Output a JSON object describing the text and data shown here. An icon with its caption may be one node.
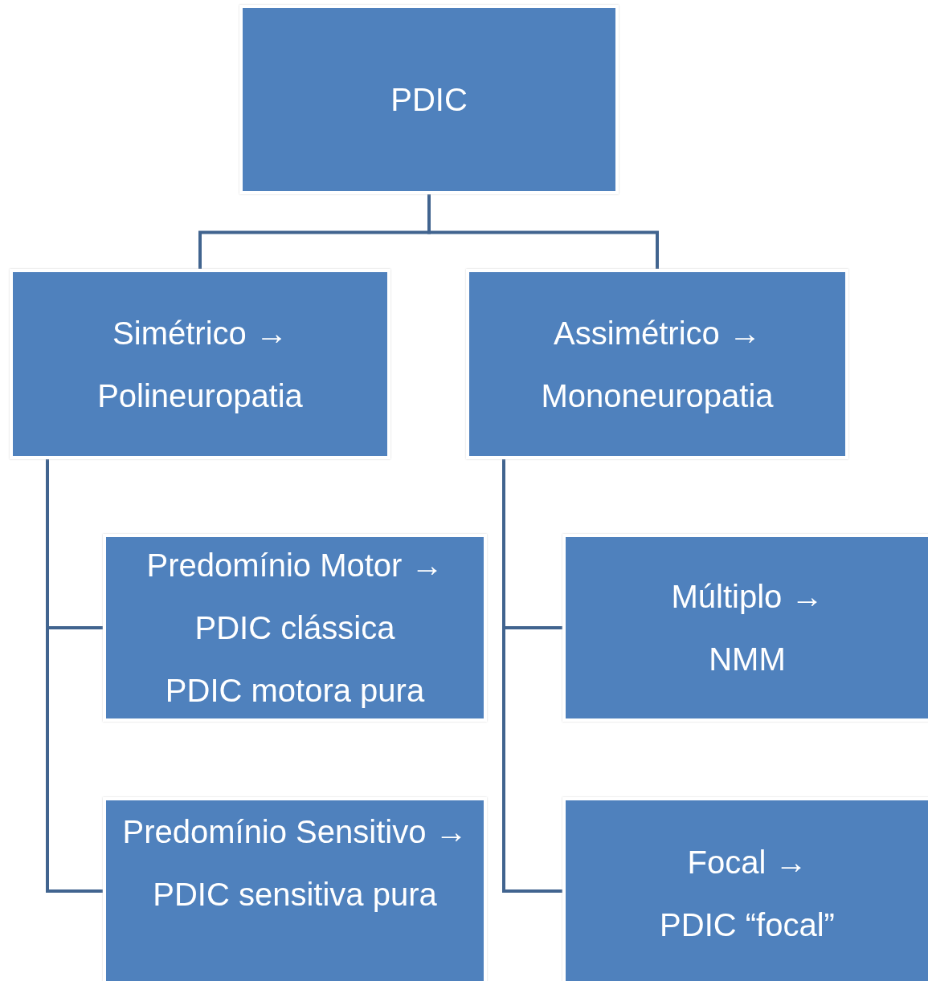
{
  "diagram": {
    "nodes": [
      {
        "text": [
          "PDIC"
        ]
      },
      {
        "text": [
          "Simétrico →",
          "Polineuropatia"
        ]
      },
      {
        "text": [
          "Assimétrico →",
          "Mononeuropatia"
        ]
      },
      {
        "text": [
          "Predomínio Motor →",
          "PDIC clássica",
          "PDIC motora pura"
        ]
      },
      {
        "text": [
          "Múltiplo →",
          "NMM"
        ]
      },
      {
        "text": [
          "Predomínio Sensitivo →",
          "PDIC sensitiva pura"
        ]
      },
      {
        "text": [
          "Focal →",
          "PDIC “focal”"
        ]
      }
    ],
    "edges": [
      {
        "from": 0,
        "to": 1,
        "arrow": "none"
      },
      {
        "from": 0,
        "to": 2,
        "arrow": "none"
      },
      {
        "from": 1,
        "to": 3,
        "arrow": "none"
      },
      {
        "from": 1,
        "to": 5,
        "arrow": "none"
      },
      {
        "from": 2,
        "to": 4,
        "arrow": "none"
      },
      {
        "from": 2,
        "to": 6,
        "arrow": "none"
      }
    ]
  }
}
